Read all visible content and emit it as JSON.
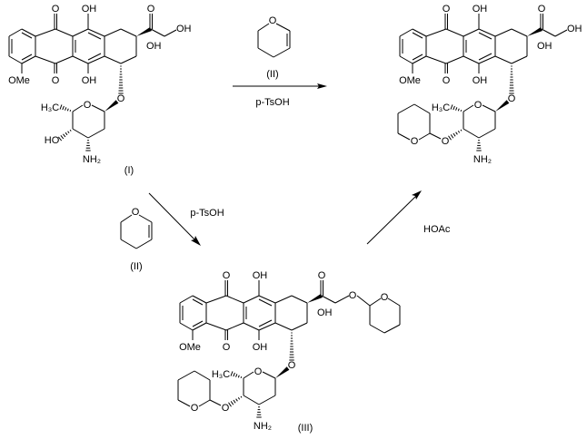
{
  "atoms": {
    "hydroxyl": "OH",
    "hydroxyl_left": "HO",
    "oxygen": "O",
    "methoxy": "OMe",
    "methyl": "H₃C",
    "amine": "NH₂"
  },
  "compounds": {
    "I": {
      "label": "(I)"
    },
    "II": {
      "label": "(II)"
    },
    "III": {
      "label": "(III)"
    }
  },
  "reagents": {
    "top_arrow": "p-TsOH",
    "diagonal_arrow": "p-TsOH",
    "up_arrow": "HOAc"
  }
}
